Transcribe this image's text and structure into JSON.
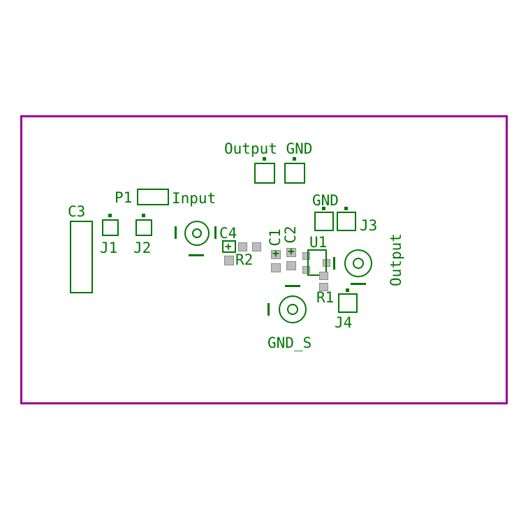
{
  "colors": {
    "board_outline": "#990099",
    "silkscreen": "#007700",
    "pad_fill": "#bdbdbd",
    "pad_border": "#8a8a8a",
    "background": "#ffffff"
  },
  "silkscreen_labels": {
    "output_gnd": "Output GND",
    "p1": "P1",
    "input": "Input",
    "c3": "C3",
    "j1": "J1",
    "j2": "J2",
    "c4": "C4",
    "r2": "R2",
    "c1": "C1",
    "c2": "C2",
    "u1": "U1",
    "gnd": "GND",
    "j3": "J3",
    "output": "Output",
    "r1": "R1",
    "j4": "J4",
    "gnd_s": "GND_S",
    "polarity_plus": "+"
  }
}
